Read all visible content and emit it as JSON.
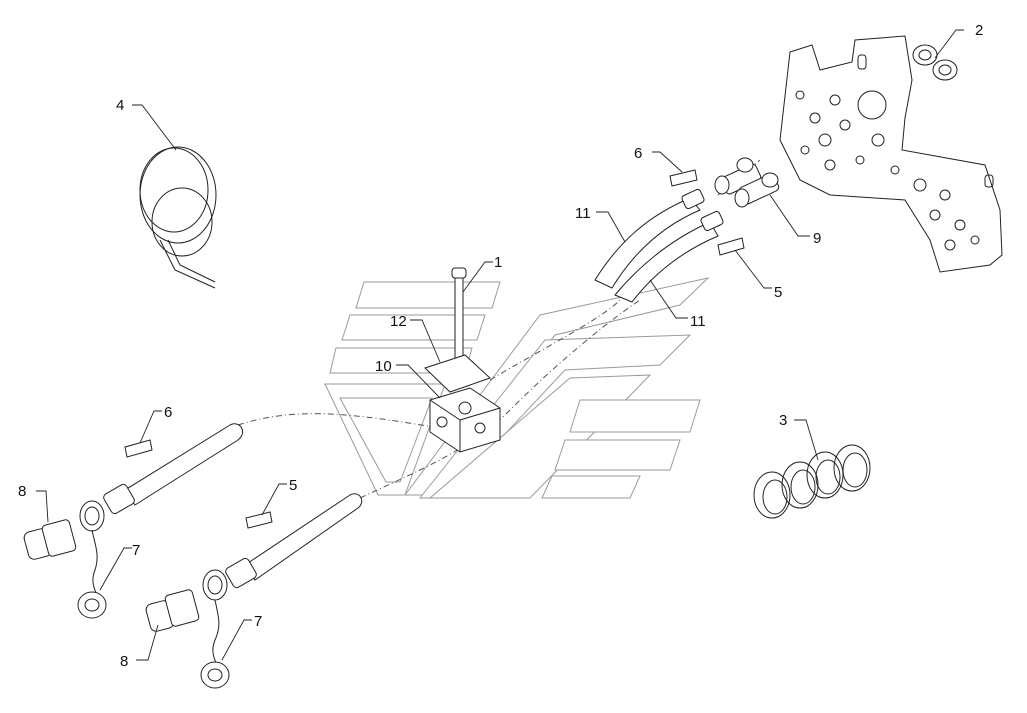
{
  "diagram": {
    "callouts": [
      {
        "id": "c1",
        "label": "1"
      },
      {
        "id": "c2",
        "label": "2"
      },
      {
        "id": "c3",
        "label": "3"
      },
      {
        "id": "c4",
        "label": "4"
      },
      {
        "id": "c5a",
        "label": "5"
      },
      {
        "id": "c5b",
        "label": "5"
      },
      {
        "id": "c6a",
        "label": "6"
      },
      {
        "id": "c6b",
        "label": "6"
      },
      {
        "id": "c7a",
        "label": "7"
      },
      {
        "id": "c7b",
        "label": "7"
      },
      {
        "id": "c8a",
        "label": "8"
      },
      {
        "id": "c8b",
        "label": "8"
      },
      {
        "id": "c9",
        "label": "9"
      },
      {
        "id": "c10",
        "label": "10"
      },
      {
        "id": "c11a",
        "label": "11"
      },
      {
        "id": "c11b",
        "label": "11"
      },
      {
        "id": "c12",
        "label": "12"
      }
    ]
  }
}
